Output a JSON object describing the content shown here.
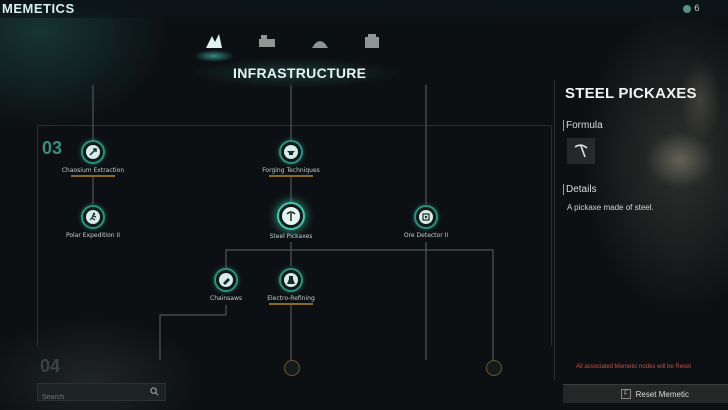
{
  "header": {
    "title": "MEMETICS",
    "currency_value": "6"
  },
  "category_tabs": [
    {
      "icon": "infrastructure-icon",
      "active": true
    },
    {
      "icon": "workbench-icon",
      "active": false
    },
    {
      "icon": "farming-icon",
      "active": false
    },
    {
      "icon": "building-icon",
      "active": false
    }
  ],
  "section": {
    "title": "INFRASTRUCTURE"
  },
  "tiers": [
    "03",
    "04"
  ],
  "nodes": {
    "chaosium_extraction": "Chaosium Extraction",
    "forging_techniques": "Forging Techniques",
    "polar_expedition": "Polar Expedition II",
    "steel_pickaxes": "Steel Pickaxes",
    "ore_detector": "Ore Detector II",
    "chainsaws": "Chainsaws",
    "electro_refining": "Electro-Refining"
  },
  "search": {
    "placeholder": "Search"
  },
  "detail": {
    "title": "STEEL PICKAXES",
    "formula_heading": "Formula",
    "details_heading": "Details",
    "description": "A pickaxe made of steel.",
    "warning": "All associated Memetic nodes will be Reset",
    "reset_key": "F",
    "reset_label": "Reset Memetic"
  },
  "colors": {
    "accent": "#46c4ab",
    "warning": "#c0504b",
    "gold": "#8a6a2c"
  }
}
